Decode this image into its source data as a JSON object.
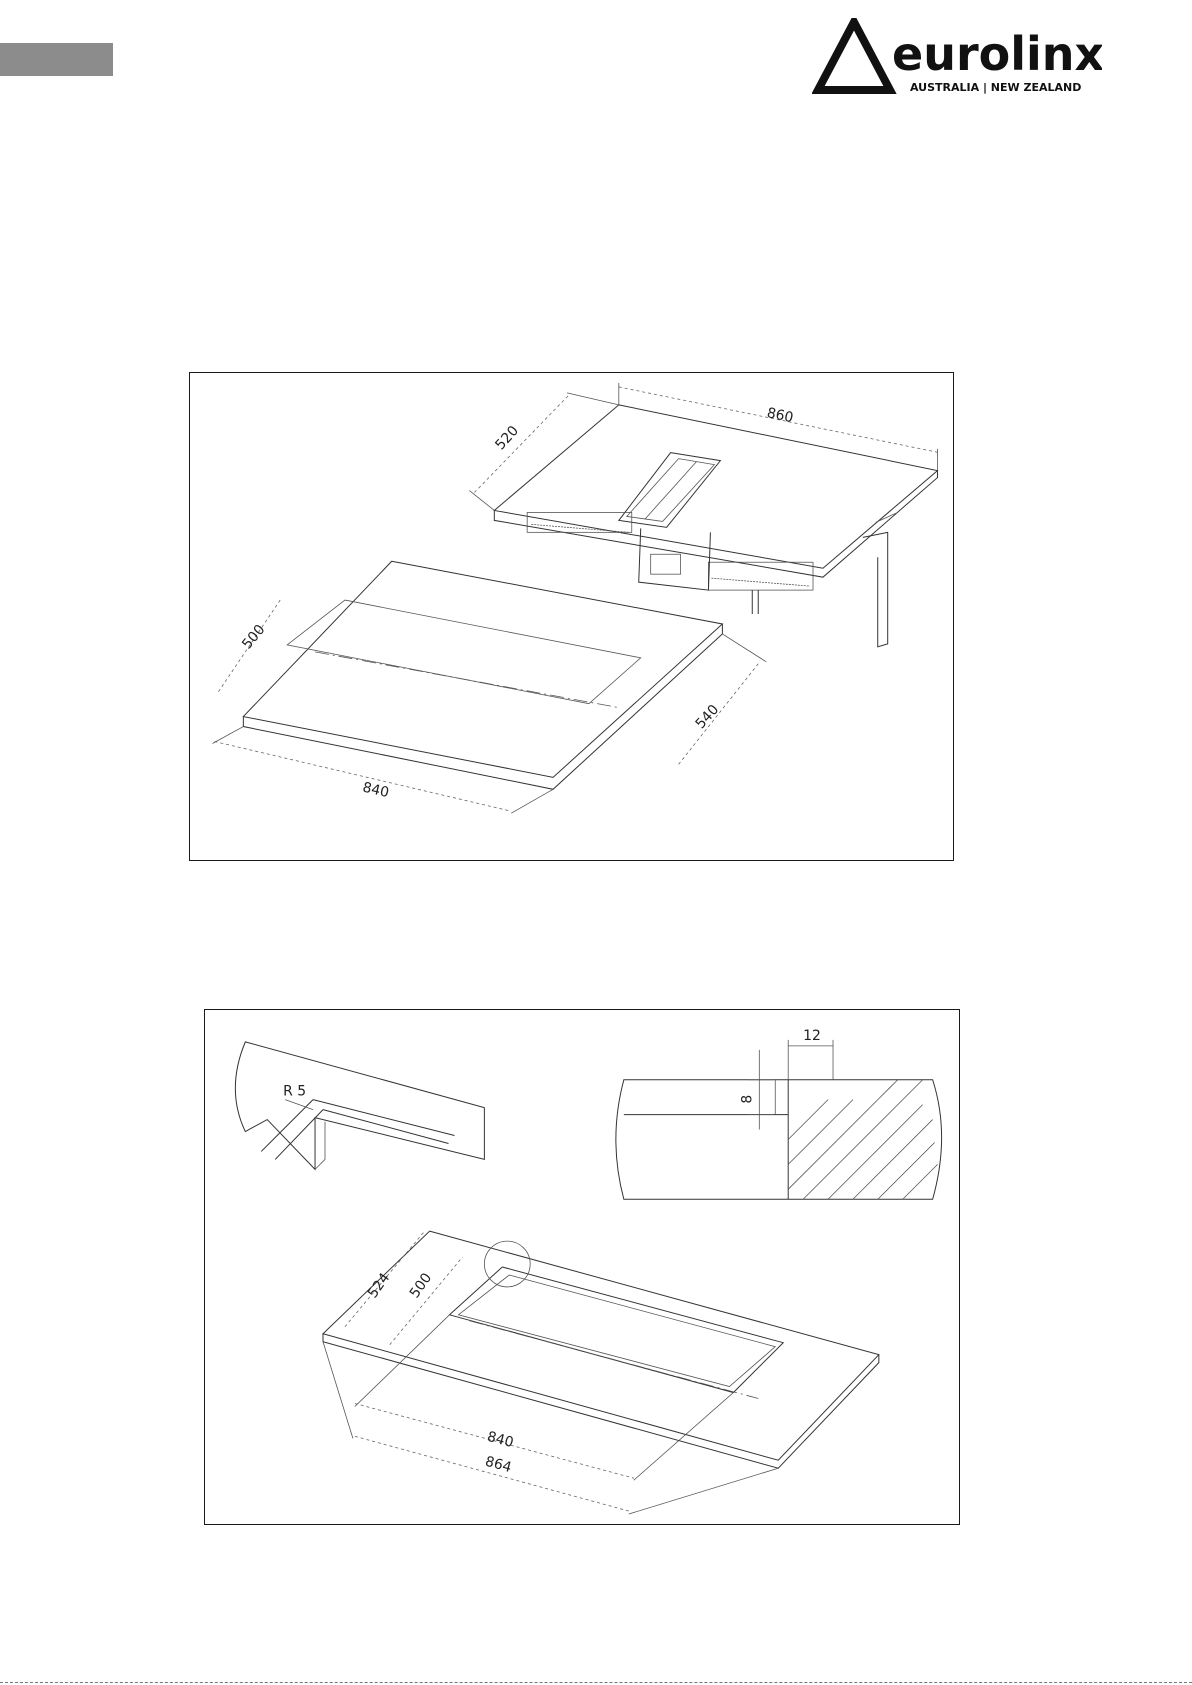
{
  "brand": {
    "name": "eurolinx",
    "region": "AUSTRALIA | NEW ZEALAND"
  },
  "figure1": {
    "dims": {
      "d860": "860",
      "d520": "520",
      "d500": "500",
      "d540": "540",
      "d840": "840"
    }
  },
  "figure2": {
    "detail_radius": "R 5",
    "dims": {
      "d12": "12",
      "d8": "8",
      "d524": "524",
      "d500": "500",
      "d840": "840",
      "d864": "864"
    }
  },
  "colors": {
    "tab": "#8c8c8c",
    "line": "#333333",
    "logo": "#111111"
  }
}
